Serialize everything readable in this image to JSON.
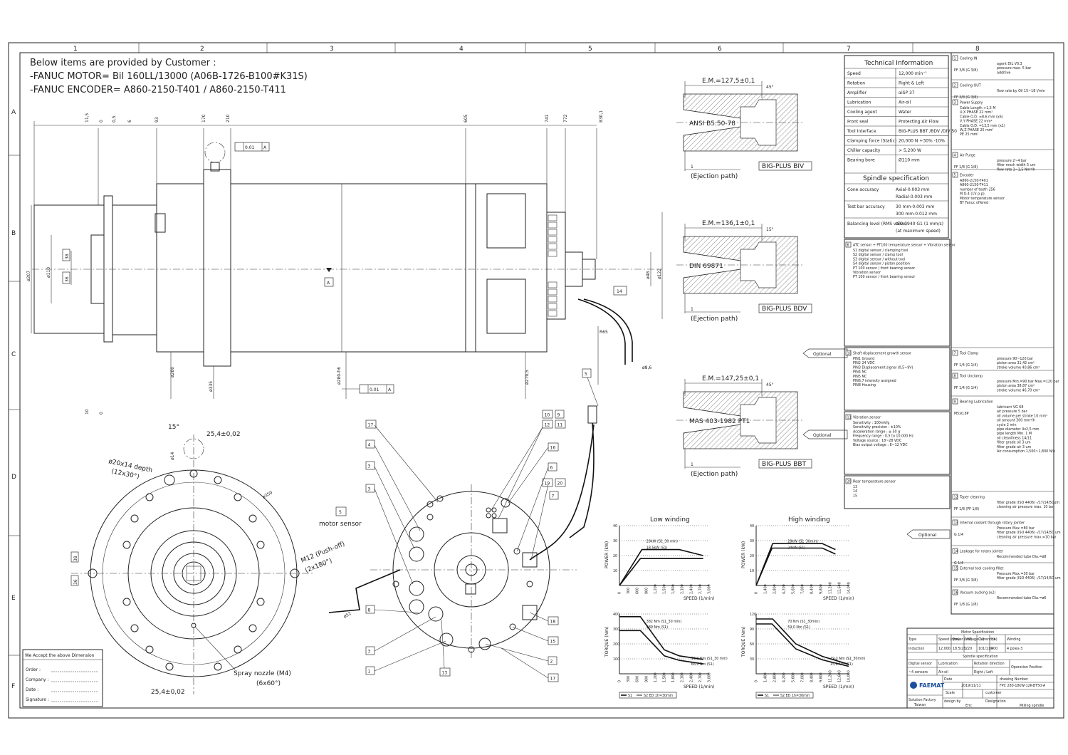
{
  "border": {
    "columns": [
      "1",
      "2",
      "3",
      "4",
      "5",
      "6",
      "7",
      "8"
    ],
    "rows": [
      "A",
      "B",
      "C",
      "D",
      "E",
      "F"
    ]
  },
  "header_notes": [
    "Below items are provided by Customer :",
    "-FANUC MOTOR= Bil 160LL/13000 (A06B-1726-B100#K31S)",
    "-FANUC ENCODER= A860-2150-T401 / A860-2150-T411"
  ],
  "side_view": {
    "top_dims": [
      "11,5",
      "0",
      "0,5",
      "6",
      "93",
      "170",
      "210",
      "605",
      "741",
      "772",
      "830,1"
    ],
    "left_dims": [
      "ø207",
      "ø110",
      "38",
      "36"
    ],
    "bottom_dims": [
      "ø280",
      "ø335",
      "ø280-h6",
      "ø279,5",
      "ø8,6",
      "10",
      "0"
    ],
    "right_dims": [
      "ø48",
      "ø122"
    ],
    "tolerance_top": "0.01",
    "tolerance_top_ref": "A",
    "tolerance_bottom": "0.01",
    "tolerance_bottom_ref": "A",
    "datum": "A",
    "radius": "R65",
    "callout_14": "14",
    "callout_5": "5"
  },
  "front_view": {
    "labels": [
      "15°",
      "25,4±0,02",
      "ø20x14 depth",
      "(12x30°)",
      "ø14",
      "ø350",
      "M12 (Push-off)",
      "(2x180°)",
      "38",
      "36",
      "Spray nozzle (M4)",
      "(6x60°)",
      "25,4±0,02"
    ],
    "motor_sensor": "motor sensor",
    "motor_sensor_num": "5"
  },
  "rear_view": {
    "callouts": [
      "17",
      "4",
      "3",
      "3",
      "10",
      "9",
      "12",
      "11",
      "16",
      "6",
      "19",
      "20",
      "7",
      "8",
      "3",
      "1",
      "13",
      "2",
      "15",
      "18",
      "17"
    ],
    "dim_52": "ø52"
  },
  "tool_interfaces": [
    {
      "em": "E.M.=127,5±0,1",
      "name": "ANSI B5.50-78",
      "tag": "BIG-PLUS BIV",
      "angle": "45°",
      "eject": "(Ejection path)",
      "num": "1"
    },
    {
      "em": "E.M.=136,1±0,1",
      "name": "DIN 69871",
      "tag": "BIG-PLUS BDV",
      "angle": "15°",
      "eject": "(Ejection path)",
      "num": "1"
    },
    {
      "em": "E.M.=147,25±0,1",
      "name": "MAS 403-1982 PT1",
      "tag": "BIG-PLUS BBT",
      "angle": "45°",
      "eject": "(Ejection path)",
      "num": "1"
    }
  ],
  "optional_labels": [
    "Optional",
    "Optional",
    "Optional"
  ],
  "technical_info": {
    "title": "Technical Information",
    "rows": [
      [
        "Speed",
        "12,000 min⁻¹"
      ],
      [
        "Rotation",
        "Right & Left"
      ],
      [
        "Amplifier",
        "αiSP 37"
      ],
      [
        "Lubrication",
        "Air-oil"
      ],
      [
        "Cooling agent",
        "Water"
      ],
      [
        "Front seal",
        "Protecting Air Flow"
      ],
      [
        "Tool Interface",
        "BIG-PLUS BBT /BDV /DIV 50"
      ],
      [
        "Clamping force (Static)",
        "20,000 N +30% -10%"
      ],
      [
        "Chiller capacity",
        "> 5,200 W"
      ],
      [
        "Bearing bore",
        "Ø110 mm"
      ]
    ],
    "spindle_title": "Spindle specification",
    "spindle_rows": [
      [
        "Cone accuracy",
        "Axial-0.003 mm",
        "Radial-0.003 mm"
      ],
      [
        "Test bar accuracy",
        "30 mm-0.003 mm",
        "300 mm-0.012 mm"
      ],
      [
        "Balancing level (RMS value)",
        "ISO 1940 G1 (1 mm/s)",
        "(at maximum speed)"
      ]
    ]
  },
  "connections": [
    {
      "num": "1",
      "title": "Cooling IN",
      "port": "PF 3/8 (G 3/8)",
      "lines": [
        "agent   DIL V0.3",
        "pressure  max. 5 bar",
        "additive"
      ]
    },
    {
      "num": "2",
      "title": "Cooling OUT",
      "port": "PF 3/8 (G 3/8)",
      "lines": [
        "flow rate by Oil    15~18 l/min"
      ]
    },
    {
      "num": "3",
      "title": "Power Supply",
      "port": "",
      "lines": [
        "Cable Length >1,5 M",
        "U,X PHASE  22 mm²",
        "Cable O.D. =8,6 mm (x6)",
        "V,Y PHASE  22 mm²",
        "Cable O.D. =13,5 mm (x1)",
        "W,Z PHASE  25 mm²",
        "PE  25 mm²"
      ]
    },
    {
      "num": "4",
      "title": "Air Purge",
      "port": "PF 1/8 (G 1/8)",
      "lines": [
        "pressure  2~4 bar",
        "filter mesh width  5 um",
        "flow rate  1~1,5 Nm³/h"
      ]
    },
    {
      "num": "5",
      "title": "Encoder",
      "port": "",
      "lines": [
        "A860-2150-T401",
        "A860-2150-T411",
        "number of teeth 256",
        "M.O.4 (1V p-p)",
        "Motor temperature sensor",
        "BY Fanuc offered"
      ]
    },
    {
      "num": "6",
      "title": "ATC sensor + PT100 temperature sensor + Vibration sensor",
      "port": "",
      "lines": [
        "S1 digital sensor / clamping tool",
        "S2 digital sensor / clamp tool",
        "S3 digital sensor / without tool",
        "S4 digital sensor / piston position",
        "PT 100 sensor / front bearing sensor",
        "Vibration sensor",
        "PT 100 sensor / front bearing sensor"
      ]
    },
    {
      "num": "7",
      "title": "Tool Clamp",
      "port": "PF 1/4 (G 1/4)",
      "lines": [
        "pressure  90~120 bar",
        "piston area  31,42 cm²",
        "stroke volume  40,86 cm³"
      ]
    },
    {
      "num": "8",
      "title": "Tool Unclamp",
      "port": "PF 1/4 (G 1/4)",
      "lines": [
        "pressure  Min.=90 bar Max.=120 bar",
        "piston area  38,87 cm²",
        "stroke volume  46,70 cm³"
      ]
    },
    {
      "num": "9",
      "title": "Bearing Lubrication",
      "port": "M5x0,8P",
      "lines": [
        "lubricant  VG 68",
        "air pressure  5 bar",
        "oil volume per stroke  10 mm³",
        "oil amount  300 mm³/h",
        "cycle  2 min",
        "pipe diameter  4x2,5 mm",
        "pipe length  Min. 1 M",
        "oil cleanliness  14/11",
        "filter grade oil  3 um",
        "filter grade air  3 um",
        "Air consumption 1,500~1,800 N/h"
      ]
    },
    {
      "num": "10",
      "title": "Shaft displacement growth sensor",
      "port": "",
      "lines": [
        "PIN1 Ground",
        "PIN2 24 VDC",
        "PIN3 Displacement signal (0,5~9V)",
        "PIN4 NC",
        "PIN5 NC",
        "PIN6,7 intensity assigned",
        "PIN8 Housing"
      ]
    },
    {
      "num": "11",
      "title": "Vibration sensor",
      "port": "",
      "lines": [
        "Sensitivity : 100mV/g",
        "Sensitivity precision : ±10%",
        "Acceleration range : ± 50 g",
        "Frequency range : 0,5 to 10,000 Hz",
        "Voltage source : 18~28 VDC",
        "Bias output voltage : 8~12 VDC"
      ]
    },
    {
      "num": "12",
      "title": "Taper cleaning",
      "port": "PF 1/8 (PF 1/8)",
      "lines": [
        "filter grade (ISO 4406)  -/17/14/50um",
        "cleaning air pressure max.  10 bar"
      ]
    },
    {
      "num": "13",
      "title": "Internal coolant through rotary jointer",
      "port": "G 1/4",
      "lines": [
        "Pressure Max.=80 bar",
        "filter grade (ISO 4406) -/17/14/50 um",
        "cleaning air pressure max.=10 bar"
      ]
    },
    {
      "num": "14",
      "title": "Leakage for rotary jointer",
      "port": "G 1/4",
      "lines": [
        "Recommended tube Dia.=ø8"
      ]
    },
    {
      "num": "15",
      "title": "External tool cooling fillet",
      "port": "PF 3/8 (G 3/8)",
      "lines": [
        "Pressure Max.=30 bar",
        "filter grade (ISO 4406) -/17/14/50 um"
      ]
    },
    {
      "num": "16",
      "title": "Vacuum sucking (x2)",
      "port": "PF 1/8 (G 1/8)",
      "lines": [
        "Recommended tube Dia.=ø6"
      ]
    },
    {
      "num": "20",
      "title": "Rear temperature sensor",
      "port": "",
      "lines": [
        "13",
        "14",
        "15"
      ]
    }
  ],
  "charts": [
    {
      "title": "Low winding",
      "ylabel": "POWER (kW)",
      "xlabel": "SPEED (1/min)",
      "annot": [
        "28kW (S1_30 min)",
        "18.5kW (S1)"
      ]
    },
    {
      "title": "High winding",
      "ylabel": "POWER (kW)",
      "xlabel": "SPEED (1/min)",
      "annot": [
        "28kW (S1_30min)",
        "24kW (S1)"
      ]
    },
    {
      "title": "",
      "ylabel": "TORQUE (Nm)",
      "xlabel": "SPEED (1/min)",
      "annot": [
        "382 Nm (S1_30 min)",
        "289 Nm (S1)",
        "96,0 Nm (S1_30 min)",
        "66,2 Nm (S1)"
      ],
      "legend": [
        "S1",
        "S2 ED 1h=30min"
      ]
    },
    {
      "title": "",
      "ylabel": "TORQUE (Nm)",
      "xlabel": "SPEED (1/min)",
      "annot": [
        "70 Nm (S1_30min)",
        "59,0 Nm (S1)",
        "19,2 Nm (S1_30min)",
        "15,6 Nm (S1)"
      ],
      "legend": [
        "S1",
        "S2 ED 1h=30min"
      ]
    }
  ],
  "chart_data": [
    {
      "type": "line",
      "title": "Low winding",
      "ylabel": "POWER (kW)",
      "xlabel": "SPEED (1/min)",
      "xlim": [
        0,
        3000
      ],
      "ylim": [
        0,
        40
      ],
      "series": [
        {
          "name": "28kW (S1_30 min)",
          "x": [
            0,
            750,
            2000,
            2800
          ],
          "y": [
            0,
            24,
            24,
            20
          ]
        },
        {
          "name": "18.5kW (S1)",
          "x": [
            0,
            700,
            2000,
            2800
          ],
          "y": [
            0,
            18,
            18,
            18
          ]
        }
      ]
    },
    {
      "type": "line",
      "title": "High winding",
      "ylabel": "POWER (kW)",
      "xlabel": "SPEED (1/min)",
      "xlim": [
        0,
        14000
      ],
      "ylim": [
        0,
        40
      ],
      "series": [
        {
          "name": "28kW (S1_30min)",
          "x": [
            0,
            2500,
            10000,
            12000
          ],
          "y": [
            0,
            28,
            28,
            24
          ]
        },
        {
          "name": "24kW (S1)",
          "x": [
            0,
            2400,
            10000,
            12000
          ],
          "y": [
            0,
            25,
            25,
            21
          ]
        }
      ]
    },
    {
      "type": "line",
      "title": "",
      "ylabel": "TORQUE (Nm)",
      "xlabel": "SPEED (1/min)",
      "xlim": [
        0,
        3000
      ],
      "ylim": [
        0,
        400
      ],
      "series": [
        {
          "name": "S2 ED 1h=30min",
          "x": [
            0,
            700,
            1500,
            2000,
            2800
          ],
          "y": [
            382,
            382,
            160,
            120,
            96
          ]
        },
        {
          "name": "S1",
          "x": [
            0,
            700,
            1500,
            2000,
            2800
          ],
          "y": [
            289,
            289,
            120,
            90,
            66
          ]
        }
      ]
    },
    {
      "type": "line",
      "title": "",
      "ylabel": "TORQUE (Nm)",
      "xlabel": "SPEED (1/min)",
      "xlim": [
        0,
        14000
      ],
      "ylim": [
        0,
        120
      ],
      "series": [
        {
          "name": "S2 ED 1h=30min",
          "x": [
            0,
            2500,
            6000,
            10000,
            14000
          ],
          "y": [
            110,
            110,
            60,
            35,
            19
          ]
        },
        {
          "name": "S1",
          "x": [
            0,
            2400,
            6000,
            10000,
            14000
          ],
          "y": [
            100,
            100,
            50,
            28,
            15
          ]
        }
      ]
    }
  ],
  "motor_spec": {
    "title": "Motor Specification",
    "headers": [
      "Type",
      "Speed (rpm)",
      "Power (kW)",
      "Voltage (V)",
      "Current (A)",
      "Hz",
      "Winding"
    ],
    "row": [
      "Induction",
      "12,000",
      "18.5/28",
      "220",
      "101/118",
      "400",
      "4 poles-3"
    ]
  },
  "spindle_spec": {
    "title": "Spindle specification",
    "headers": [
      "Digital sensor",
      "Lubrication",
      "Rotation direction",
      "Operation Position"
    ],
    "row": [
      "~4 sensors",
      "Air-oil",
      "Right / Left"
    ]
  },
  "title_block": {
    "company": "FAEMAT",
    "date_label": "Date",
    "date": "2019/11/11",
    "drawing_label": "drawing Number",
    "drawing_number": "FPC 280-18kW-12K-BT50-A",
    "scale_label": "Scale",
    "customer_label": "customer",
    "design_label": "design by",
    "designer": "Eric",
    "designation_label": "Designation",
    "designation": "Milling spindle",
    "factory": "Solution Factory",
    "location": "Taiwan"
  },
  "acceptance": {
    "title": "We Accept the above Dimension",
    "fields": [
      "Order :",
      "Company :",
      "Date :",
      "Signature :"
    ]
  },
  "colors": {
    "line": "#222222",
    "company": "#1a4f9c"
  }
}
